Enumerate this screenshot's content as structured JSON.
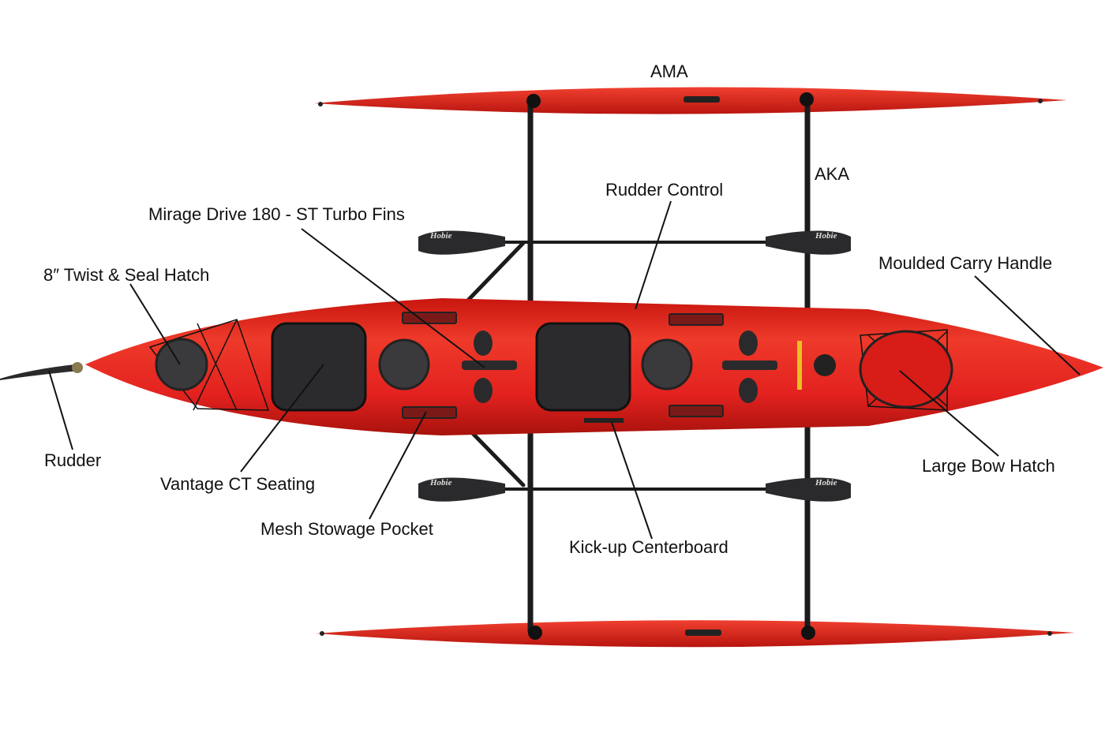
{
  "colors": {
    "hull": "#e3221f",
    "hull_dark": "#b5130f",
    "frame": "#1b1b1d",
    "leader": "#111111",
    "background": "#ffffff"
  },
  "labels": {
    "ama": "AMA",
    "aka": "AKA",
    "rudder_control": "Rudder Control",
    "mirage_drive": "Mirage Drive 180 - ST Turbo Fins",
    "twist_seal_hatch": "8″ Twist & Seal Hatch",
    "carry_handle": "Moulded Carry Handle",
    "rudder": "Rudder",
    "seating": "Vantage CT Seating",
    "mesh_pocket": "Mesh Stowage Pocket",
    "centerboard": "Kick-up Centerboard",
    "bow_hatch": "Large Bow Hatch"
  },
  "brand": "Hobie"
}
